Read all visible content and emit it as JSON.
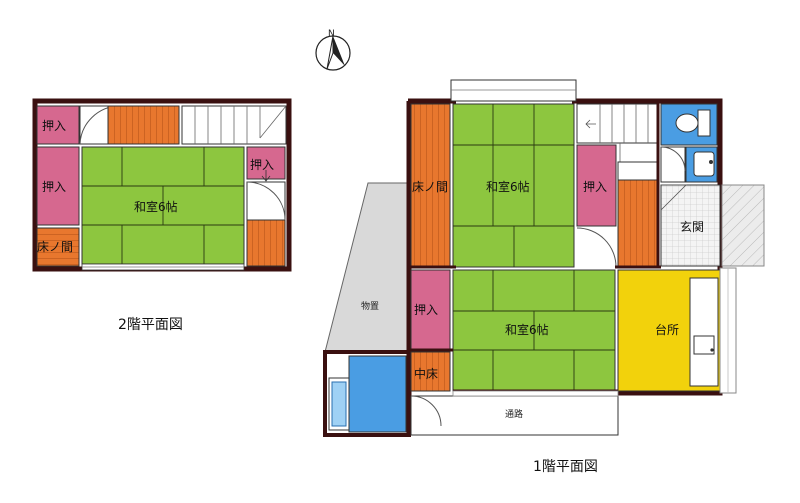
{
  "compass": {
    "north_label": "N"
  },
  "floor2": {
    "caption": "2階平面図",
    "closet_top": "押入",
    "closet_left": "押入",
    "closet_small": "押入",
    "tokonoma": "床ノ間",
    "washitsu": "和室6帖"
  },
  "floor1": {
    "caption": "1階平面図",
    "tokonoma": "床ノ間",
    "washitsu_upper": "和室6帖",
    "closet_right": "押入",
    "genkan": "玄関",
    "monooki": "物置",
    "closet_lower": "押入",
    "washitsu_lower": "和室6帖",
    "daidokoro": "台所",
    "nakadoko": "中床",
    "tsuuro": "通路"
  },
  "colors": {
    "tatami": "#8dc63f",
    "closet": "#d6688f",
    "wood": "#e8772e",
    "kitchen": "#f2d20c",
    "water": "#4a9de3",
    "storage": "#d9d9d9",
    "wall": "#3a1010"
  }
}
